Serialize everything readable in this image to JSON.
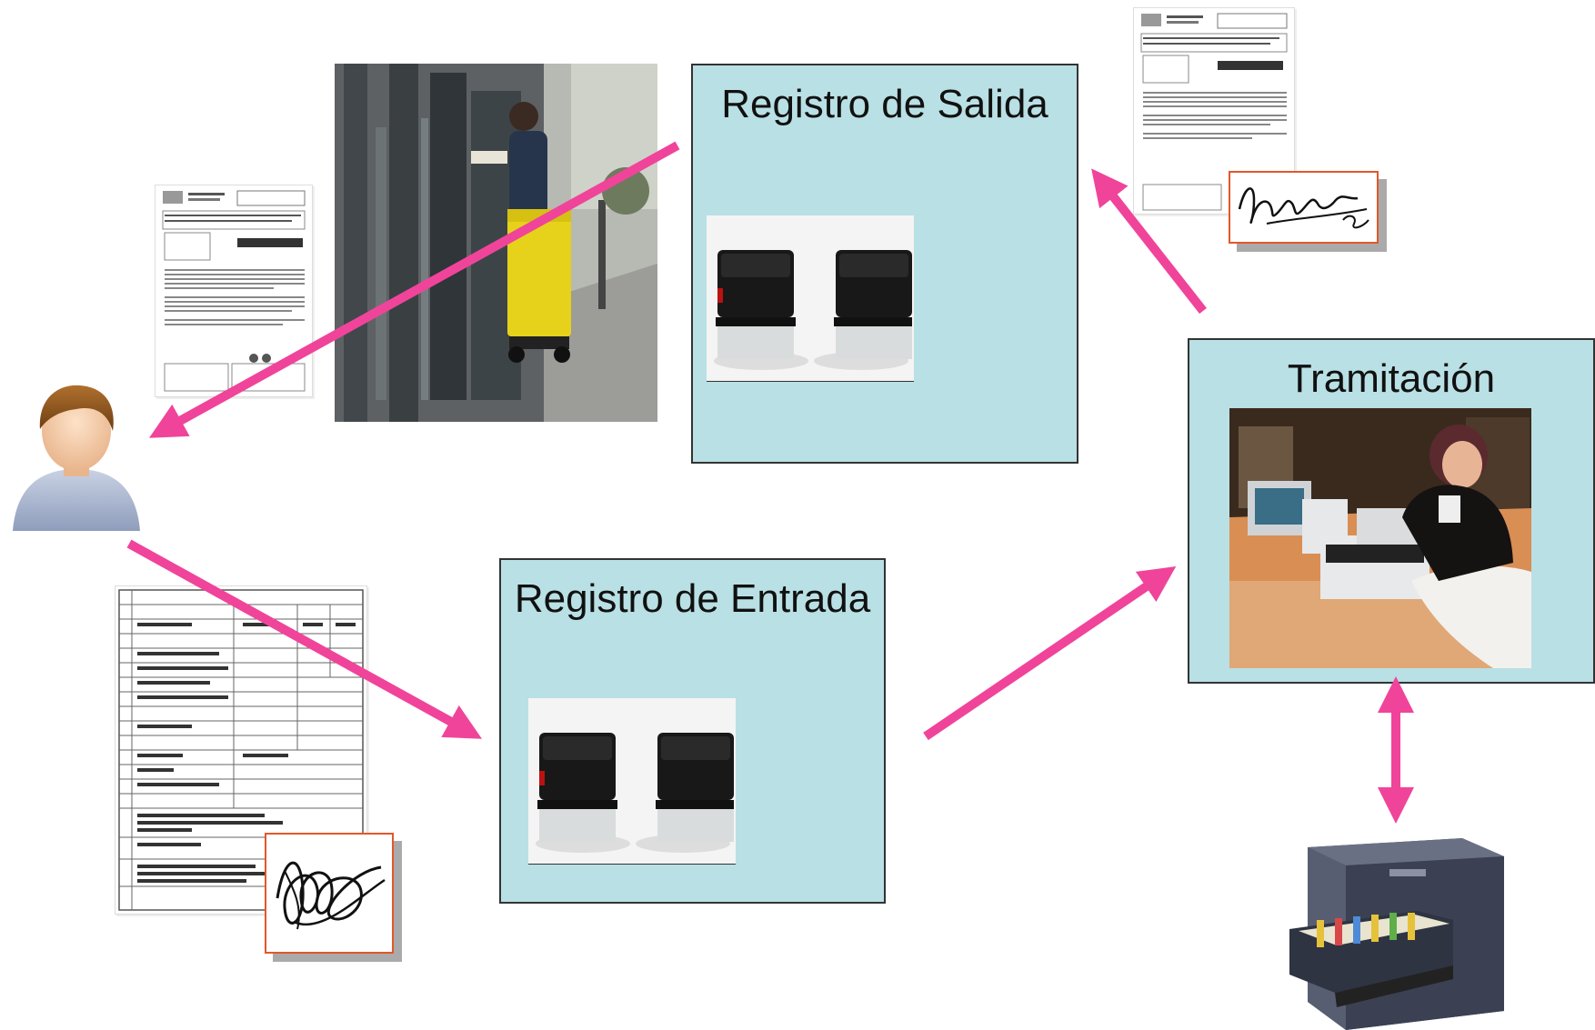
{
  "boxes": {
    "registro_salida": "Registro de Salida",
    "registro_entrada": "Registro de Entrada",
    "tramitacion": "Tramitación"
  },
  "colors": {
    "arrow": "#f0449a",
    "box_fill": "#b9e0e4",
    "box_border": "#333333",
    "signature_border": "#e2572a"
  },
  "icons": [
    "user-avatar-icon",
    "stamp-icon",
    "filing-cabinet-icon",
    "signature-icon",
    "document-icon"
  ]
}
